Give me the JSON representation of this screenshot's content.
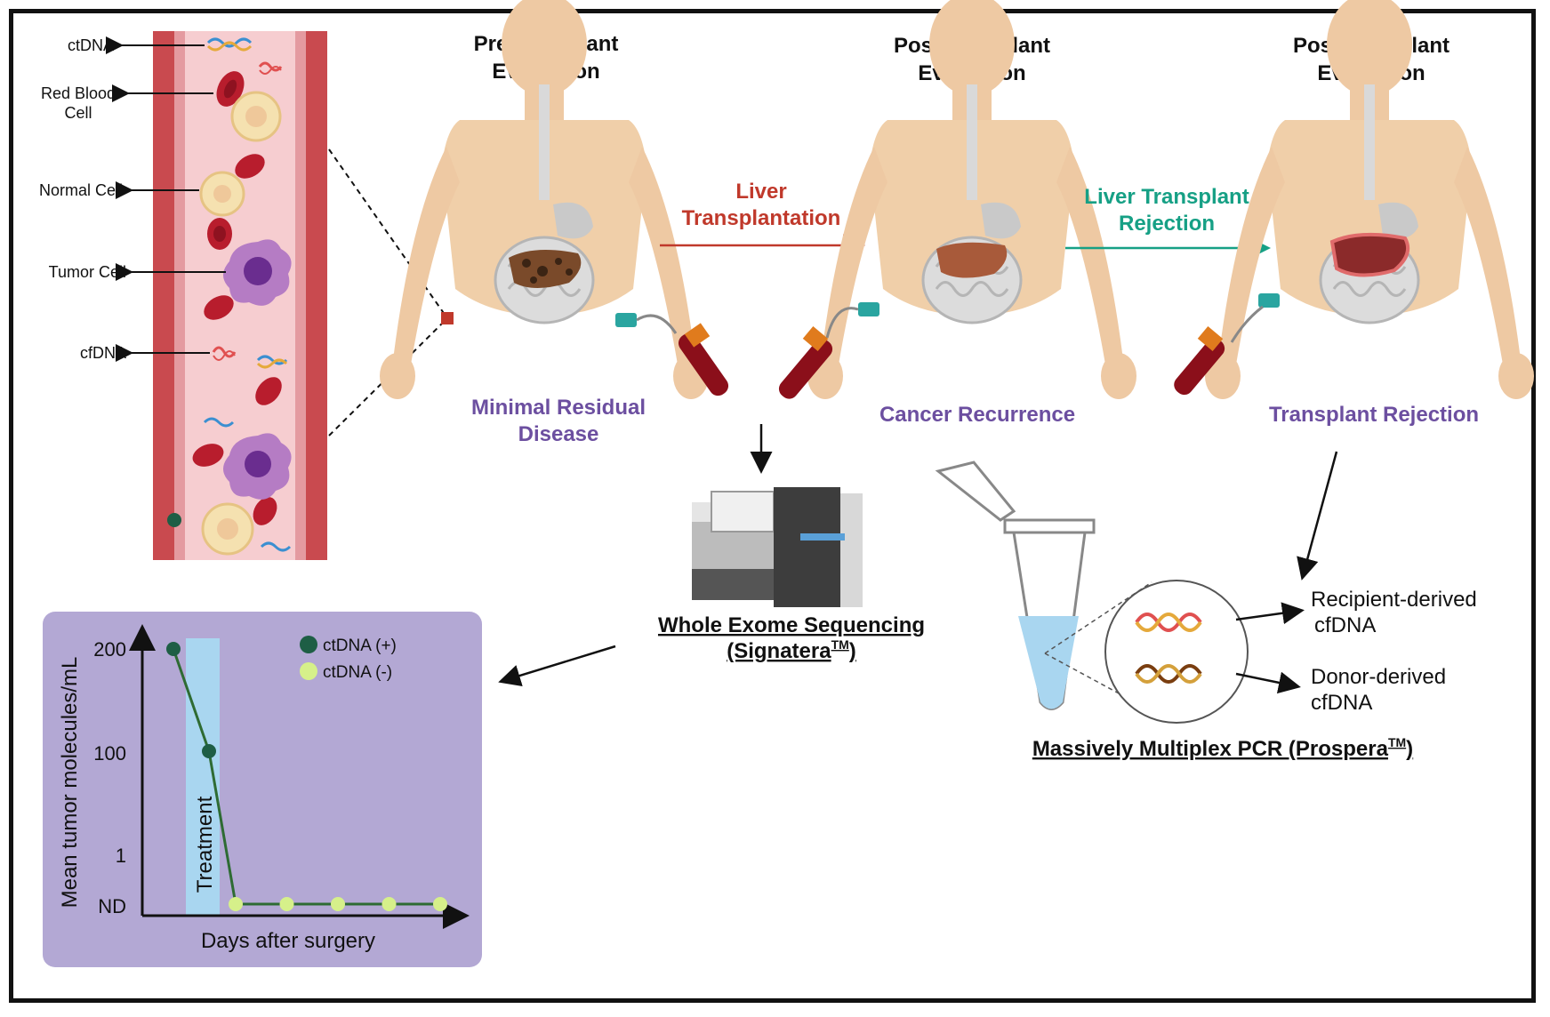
{
  "vessel": {
    "labels": [
      "ctDNA",
      "Red Blood",
      "Cell",
      "Normal Cell",
      "Tumor Cell",
      "cfDNA"
    ]
  },
  "stages": [
    {
      "title1": "Pre-transplant",
      "title2": "Evaluation",
      "caption1": "Minimal Residual",
      "caption2": "Disease"
    },
    {
      "title1": "Post-transplant",
      "title2": "Evaluation",
      "caption1": "Cancer Recurrence"
    },
    {
      "title1": "Post-transplant",
      "title2": "Evaluation",
      "caption1": "Transplant Rejection"
    }
  ],
  "transitions": [
    {
      "line1": "Liver",
      "line2": "Transplantation",
      "color": "#c0392b"
    },
    {
      "line1": "Liver Transplant",
      "line2": "Rejection",
      "color": "#16a085"
    }
  ],
  "methods": {
    "wes_line1": "Whole Exome Sequencing",
    "wes_line2_prefix": "(Signatera",
    "wes_tm": "TM",
    "wes_line2_suffix": ")",
    "mmpcr_prefix": "Massively Multiplex PCR  (Prospera",
    "mmpcr_tm": "TM",
    "mmpcr_suffix": ")",
    "recipient1": "Recipient-derived",
    "recipient2": "cfDNA",
    "donor1": "Donor-derived",
    "donor2": "cfDNA"
  },
  "chart_data": {
    "type": "line",
    "ylabel": "Mean tumor molecules/mL",
    "xlabel": "Days after surgery",
    "y_ticks": [
      "200",
      "100",
      "1",
      "ND"
    ],
    "treatment_label": "Treatment",
    "legend": [
      {
        "name": "ctDNA (+)",
        "color": "#1e5e45"
      },
      {
        "name": "ctDNA (-)",
        "color": "#d6f08a"
      }
    ],
    "series": [
      {
        "name": "ctDNA (+)",
        "points": [
          [
            0,
            "200"
          ],
          [
            1,
            "100"
          ]
        ]
      },
      {
        "name": "ctDNA (-)",
        "points": [
          [
            2,
            "ND"
          ],
          [
            3,
            "ND"
          ],
          [
            4,
            "ND"
          ],
          [
            5,
            "ND"
          ],
          [
            6,
            "ND"
          ]
        ]
      }
    ]
  },
  "colors": {
    "stage_caption": "#6c4fa0",
    "chart_bg": "#b3a8d4",
    "treatment_band": "#a9d6f0",
    "line": "#2e6b33"
  }
}
